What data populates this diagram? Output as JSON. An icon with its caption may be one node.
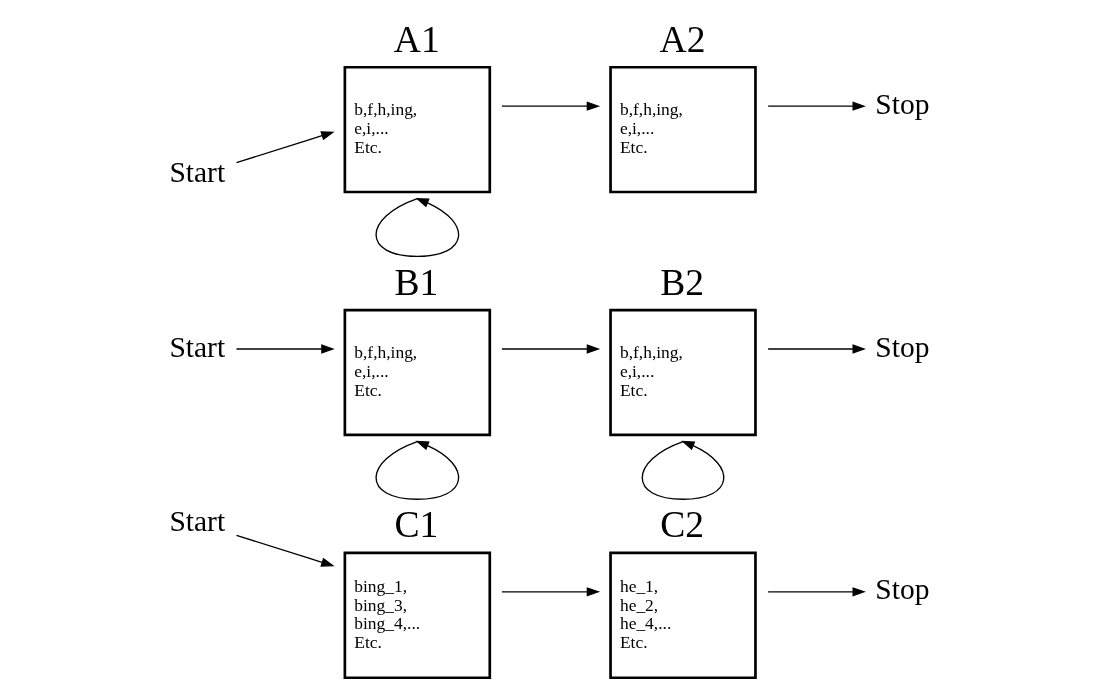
{
  "diagram": {
    "nodes": [
      {
        "text": [
          "Start"
        ]
      },
      {
        "text": [
          "A1",
          "b,f,h,ing,",
          "e,i,...",
          "Etc."
        ]
      },
      {
        "text": [
          "A2",
          "b,f,h,ing,",
          "e,i,...",
          "Etc."
        ]
      },
      {
        "text": [
          "Stop"
        ]
      },
      {
        "text": [
          "Start"
        ]
      },
      {
        "text": [
          "B1",
          "b,f,h,ing,",
          "e,i,...",
          "Etc."
        ]
      },
      {
        "text": [
          "B2",
          "b,f,h,ing,",
          "e,i,...",
          "Etc."
        ]
      },
      {
        "text": [
          "Stop"
        ]
      },
      {
        "text": [
          "Start"
        ]
      },
      {
        "text": [
          "C1",
          "bing_1,",
          "bing_3,",
          "bing_4,...",
          "Etc."
        ]
      },
      {
        "text": [
          "C2",
          "he_1,",
          "he_2,",
          "he_4,...",
          "Etc."
        ]
      },
      {
        "text": [
          "Stop"
        ]
      }
    ],
    "edges": [
      {
        "from": 0,
        "to": 1,
        "arrow": "to"
      },
      {
        "from": 1,
        "to": 1,
        "arrow": "to"
      },
      {
        "from": 1,
        "to": 2,
        "arrow": "to"
      },
      {
        "from": 2,
        "to": 3,
        "arrow": "to"
      },
      {
        "from": 4,
        "to": 5,
        "arrow": "to"
      },
      {
        "from": 5,
        "to": 5,
        "arrow": "to"
      },
      {
        "from": 5,
        "to": 6,
        "arrow": "to"
      },
      {
        "from": 6,
        "to": 6,
        "arrow": "to"
      },
      {
        "from": 6,
        "to": 7,
        "arrow": "to"
      },
      {
        "from": 8,
        "to": 9,
        "arrow": "to"
      },
      {
        "from": 9,
        "to": 10,
        "arrow": "to"
      },
      {
        "from": 10,
        "to": 11,
        "arrow": "to"
      }
    ]
  }
}
